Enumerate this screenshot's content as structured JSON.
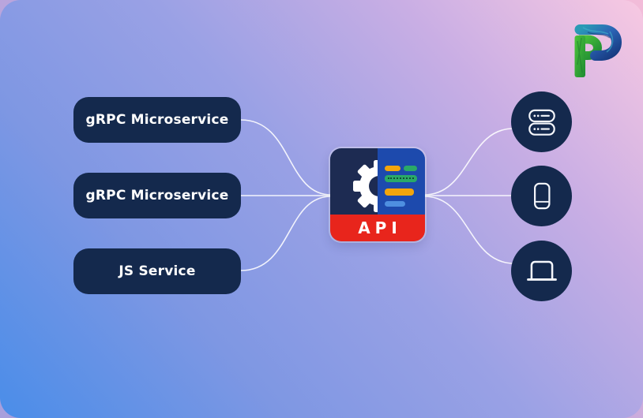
{
  "background": {
    "gradient_from": "#4a8de9",
    "gradient_mid": "#9aa1e5",
    "gradient_to": "#f8c9e2"
  },
  "logo": {
    "letter": "P",
    "green": "#35b234",
    "blue": "#1d4b9e",
    "teal": "#2a9ab5"
  },
  "services": [
    {
      "label": "gRPC Microservice"
    },
    {
      "label": "gRPC Microservice"
    },
    {
      "label": "JS Service"
    }
  ],
  "gateway": {
    "label": "API",
    "colors": {
      "panel_dark": "#1d2b52",
      "panel_blue": "#1d4aad",
      "banner_red": "#e8251c",
      "line_orange": "#f2a50c",
      "line_green": "#2aa968",
      "line_blue": "#4e8fe0",
      "gear_white": "#ffffff"
    }
  },
  "clients": [
    {
      "name": "server"
    },
    {
      "name": "mobile-device"
    },
    {
      "name": "laptop"
    }
  ],
  "node_color": "#14294d",
  "connector_color": "#ffffff"
}
